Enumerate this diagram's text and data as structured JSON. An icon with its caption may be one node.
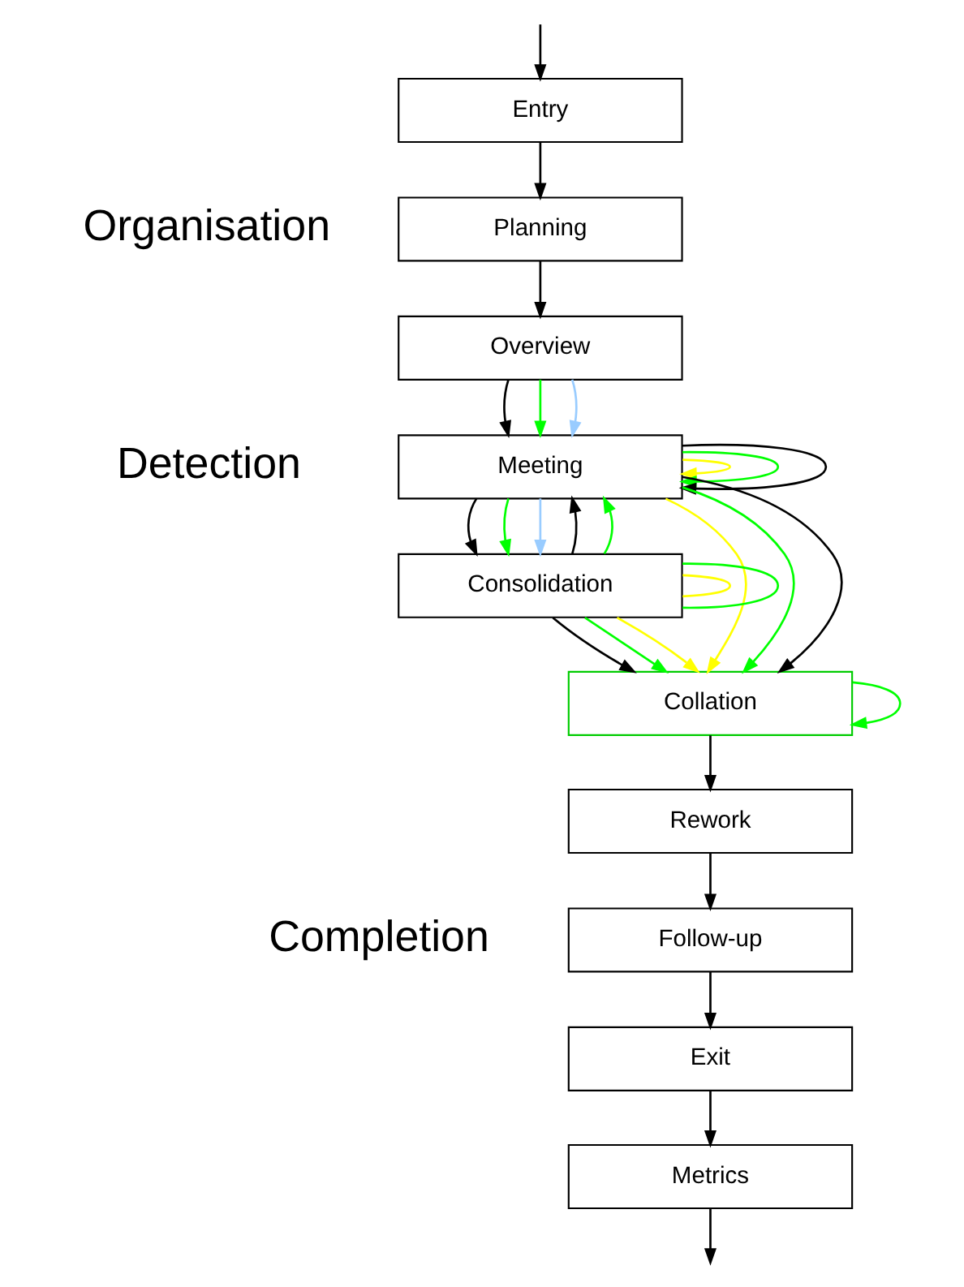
{
  "diagram": {
    "nodes": [
      {
        "text": [
          "Entry"
        ]
      },
      {
        "text": [
          "Planning"
        ]
      },
      {
        "text": [
          "Overview"
        ]
      },
      {
        "text": [
          "Meeting"
        ]
      },
      {
        "text": [
          "Consolidation"
        ]
      },
      {
        "text": [
          "Collation"
        ]
      },
      {
        "text": [
          "Rework"
        ]
      },
      {
        "text": [
          "Follow-up"
        ]
      },
      {
        "text": [
          "Exit"
        ]
      },
      {
        "text": [
          "Metrics"
        ]
      }
    ],
    "edges": [
      {
        "from": null,
        "to": 0,
        "arrow": "to"
      },
      {
        "from": 0,
        "to": 1,
        "arrow": "to"
      },
      {
        "from": 1,
        "to": 2,
        "arrow": "to"
      },
      {
        "from": 2,
        "to": 3,
        "arrow": "to"
      },
      {
        "from": 2,
        "to": 3,
        "arrow": "to",
        "color": "#00ff00"
      },
      {
        "from": 2,
        "to": 3,
        "arrow": "to",
        "color": "#99ccff"
      },
      {
        "from": 3,
        "to": 3,
        "arrow": "to",
        "color": "#ffff00"
      },
      {
        "from": 3,
        "to": 3,
        "arrow": "to",
        "color": "#00ff00"
      },
      {
        "from": 3,
        "to": 3,
        "arrow": "to"
      },
      {
        "from": 3,
        "to": 4,
        "arrow": "to"
      },
      {
        "from": 3,
        "to": 4,
        "arrow": "to",
        "color": "#00ff00"
      },
      {
        "from": 3,
        "to": 4,
        "arrow": "to",
        "color": "#99ccff"
      },
      {
        "from": 4,
        "to": 3,
        "arrow": "to"
      },
      {
        "from": 4,
        "to": 3,
        "arrow": "to",
        "color": "#00ff00"
      },
      {
        "from": 4,
        "to": 4,
        "arrow": "none",
        "color": "#ffff00"
      },
      {
        "from": 4,
        "to": 4,
        "arrow": "none",
        "color": "#00ff00"
      },
      {
        "from": 3,
        "to": 5,
        "arrow": "to",
        "color": "#ffff00"
      },
      {
        "from": 3,
        "to": 5,
        "arrow": "to",
        "color": "#00ff00"
      },
      {
        "from": 3,
        "to": 5,
        "arrow": "to"
      },
      {
        "from": 4,
        "to": 5,
        "arrow": "to"
      },
      {
        "from": 4,
        "to": 5,
        "arrow": "to",
        "color": "#00ff00"
      },
      {
        "from": 4,
        "to": 5,
        "arrow": "to",
        "color": "#ffff00"
      },
      {
        "from": 5,
        "to": 5,
        "arrow": "to",
        "color": "#00ff00"
      },
      {
        "from": 5,
        "to": 6,
        "arrow": "to"
      },
      {
        "from": 6,
        "to": 7,
        "arrow": "to"
      },
      {
        "from": 7,
        "to": 8,
        "arrow": "to"
      },
      {
        "from": 8,
        "to": 9,
        "arrow": "to"
      },
      {
        "from": 9,
        "to": null,
        "arrow": "to"
      }
    ],
    "labels": [
      "Organisation",
      "Detection",
      "Completion"
    ]
  }
}
